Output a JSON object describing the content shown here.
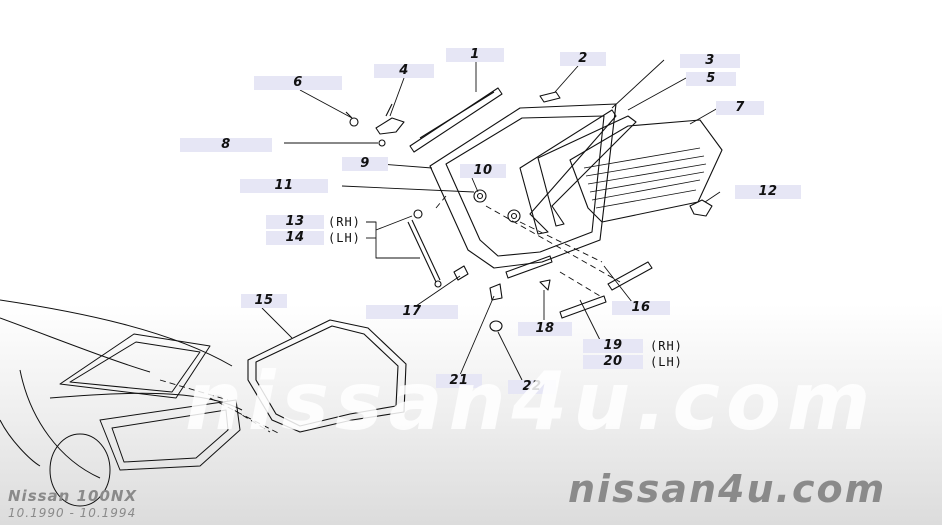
{
  "callouts": {
    "c1": "1",
    "c2": "2",
    "c3": "3",
    "c4": "4",
    "c5": "5",
    "c6": "6",
    "c7": "7",
    "c8": "8",
    "c9": "9",
    "c10": "10",
    "c11": "11",
    "c12": "12",
    "c13": "13",
    "c14": "14",
    "c15": "15",
    "c16": "16",
    "c17": "17",
    "c18": "18",
    "c19": "19",
    "c20": "20",
    "c21": "21",
    "c22": "22"
  },
  "side_labels": {
    "rh_13": "(RH)",
    "lh_14": "(LH)",
    "rh_19": "(RH)",
    "lh_20": "(LH)"
  },
  "watermark": "nissan4u.com",
  "brand": "nissan4u.com",
  "model": "Nissan 100NX",
  "dates": "10.1990 - 10.1994"
}
